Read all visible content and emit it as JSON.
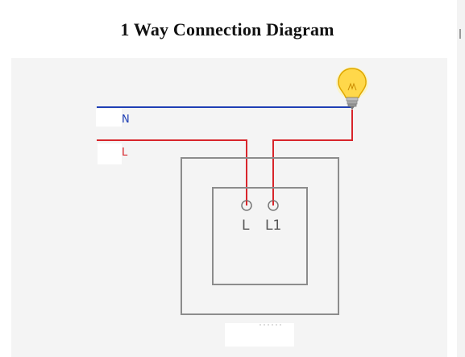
{
  "title": "1 Way Connection Diagram",
  "wires": {
    "neutral": {
      "label": "N",
      "color": "#1f3fb5"
    },
    "live": {
      "label": "L",
      "color": "#d8252b"
    }
  },
  "switch": {
    "terminals": [
      "L",
      "L1"
    ],
    "frame_color": "#8c8c8c"
  },
  "bulb": {
    "icon": "light-bulb-icon",
    "glass_color": "#ffd84a"
  },
  "colors": {
    "panel_background": "#f4f4f4",
    "page_background": "#ffffff"
  }
}
